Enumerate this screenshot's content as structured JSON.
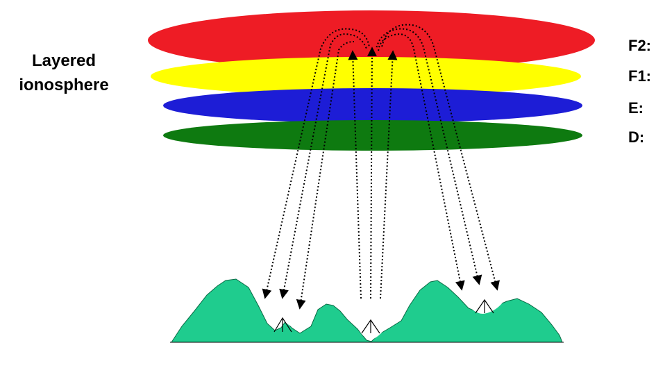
{
  "title": {
    "line1": "Layered",
    "line2": "ionosphere"
  },
  "layers": [
    {
      "label": "F2:",
      "color": "#ee1c25"
    },
    {
      "label": "F1:",
      "color": "#ffff00"
    },
    {
      "label": "E:",
      "color": "#1d1dd6"
    },
    {
      "label": "D:",
      "color": "#0e7a10"
    }
  ],
  "terrain": {
    "color": "#1fcc8e",
    "stations": 3
  },
  "ray_style": "dotted-with-arrowheads"
}
